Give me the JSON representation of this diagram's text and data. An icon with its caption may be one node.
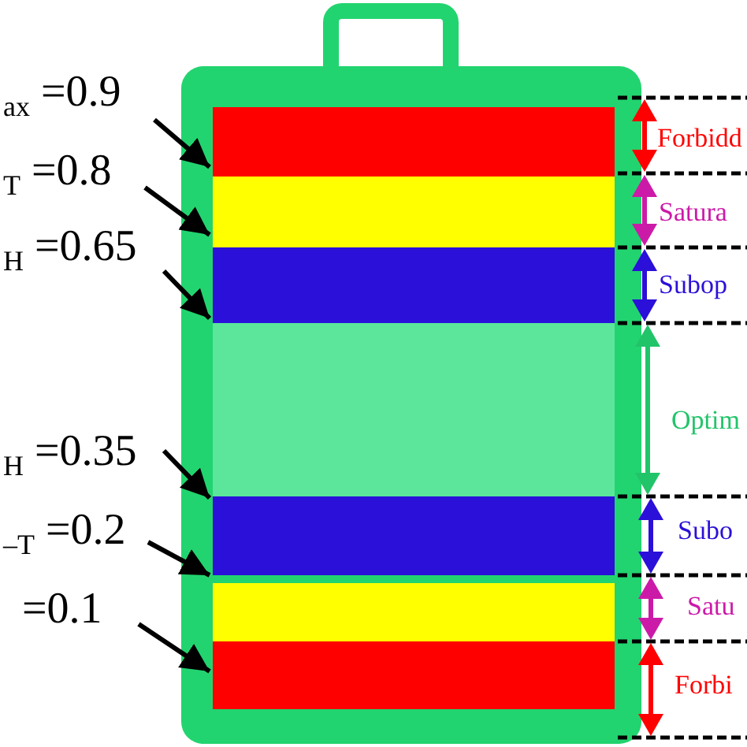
{
  "diagram": {
    "nodes": [
      {
        "text": [],
        "shape": "box"
      },
      {
        "text": [],
        "shape": "bar",
        "in": 0
      },
      {
        "text": [],
        "shape": "bar",
        "in": 0
      },
      {
        "text": [],
        "shape": "bar",
        "in": 0
      },
      {
        "text": [],
        "shape": "bar",
        "in": 0
      },
      {
        "text": [],
        "shape": "bar",
        "in": 0
      },
      {
        "text": [],
        "shape": "bar",
        "in": 0
      },
      {
        "text": [],
        "shape": "bar",
        "in": 0
      },
      {
        "text": [
          "$_{ax}$ =0.9"
        ]
      },
      {
        "text": [
          "$_{T}$ =0.8"
        ]
      },
      {
        "text": [
          "$_{H}$ =0.65"
        ]
      },
      {
        "text": [
          "$_{H}$ =0.35"
        ]
      },
      {
        "text": [
          "$_{–T}$ =0.2"
        ]
      },
      {
        "text": [
          "=0.1"
        ]
      },
      {
        "text": [],
        "shape": "box"
      }
    ],
    "edges": [
      {
        "from": 8,
        "to": 1,
        "arrow": "to"
      },
      {
        "from": 9,
        "to": 2,
        "arrow": "to"
      },
      {
        "from": 10,
        "to": 3,
        "arrow": "to"
      },
      {
        "from": 11,
        "to": 5,
        "arrow": "to"
      },
      {
        "from": 12,
        "to": 5,
        "arrow": "to"
      },
      {
        "from": 13,
        "to": 7,
        "arrow": "to"
      }
    ],
    "labels": [
      "Forbidd",
      "Satura",
      "Subop",
      "Optim",
      "Subo",
      "Satu",
      "Forbi"
    ]
  }
}
